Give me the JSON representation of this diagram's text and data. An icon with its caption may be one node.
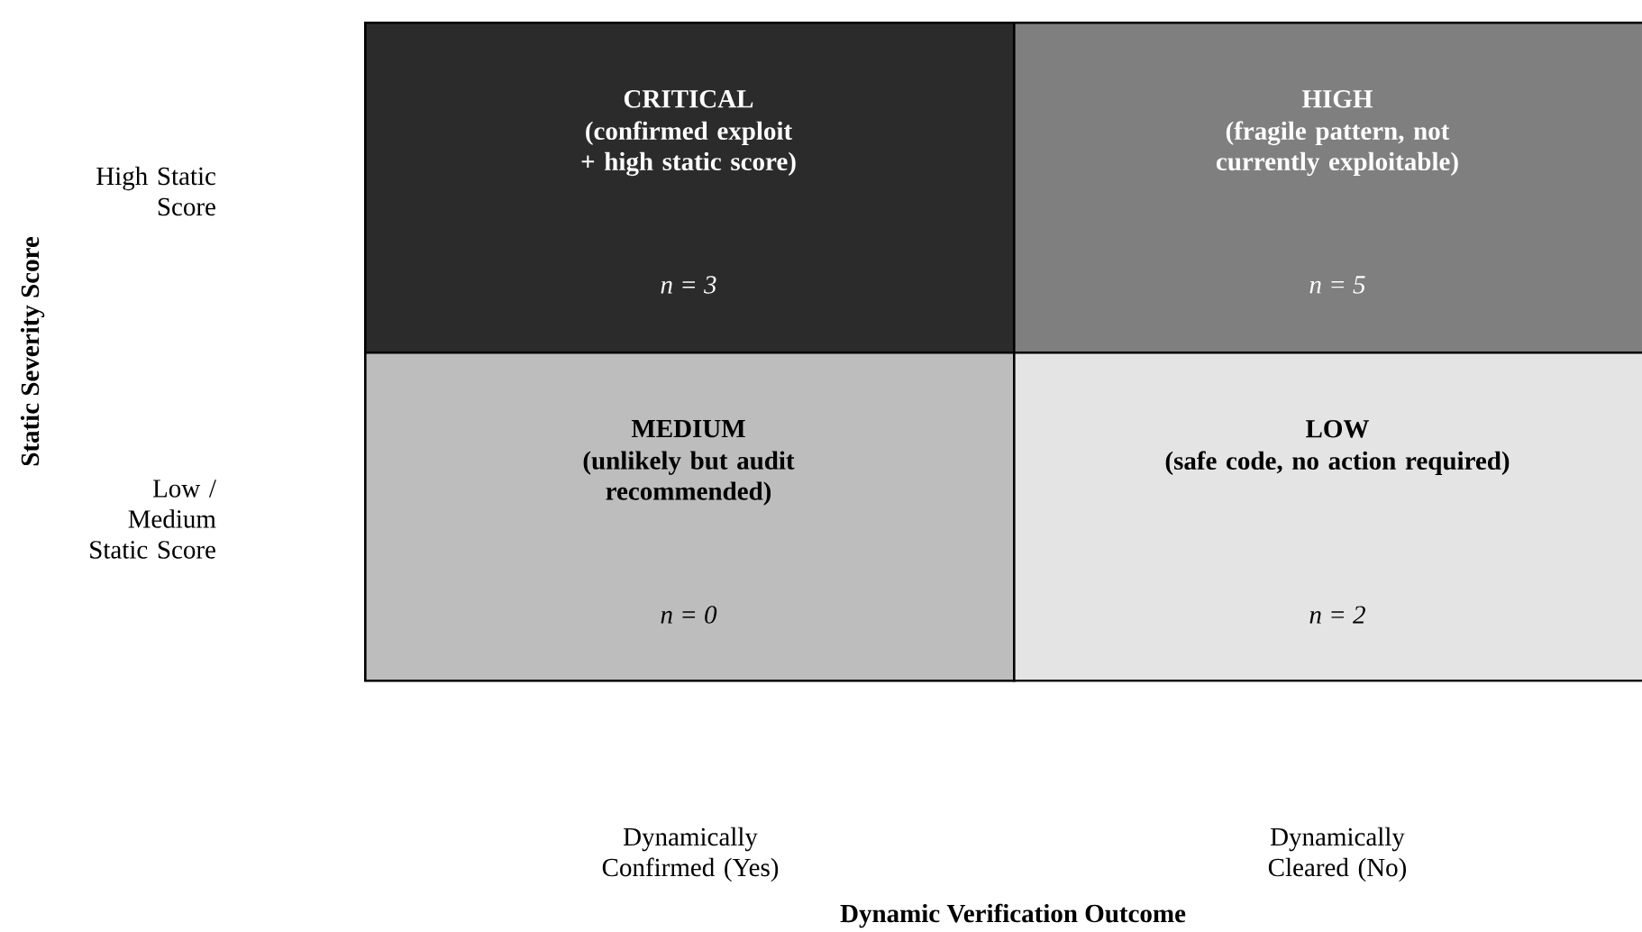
{
  "diagram": {
    "nodes": [
      {
        "text": [
          "CRITICAL",
          "(confirmed exploit + high static score)",
          "n = 3"
        ]
      },
      {
        "text": [
          "HIGH",
          "(fragile pattern, not currently exploitable)",
          "n = 5"
        ]
      },
      {
        "text": [
          "MEDIUM",
          "(unlikely but audit recommended)",
          "n = 0"
        ]
      },
      {
        "text": [
          "LOW",
          "(safe code, no action required)",
          "n = 2"
        ]
      }
    ],
    "labels": [
      "Static Severity Score",
      "High Static Score",
      "Low / Medium Static Score",
      "Dynamically Confirmed (Yes)",
      "Dynamically Cleared (No)",
      "Dynamic Verification Outcome"
    ]
  }
}
